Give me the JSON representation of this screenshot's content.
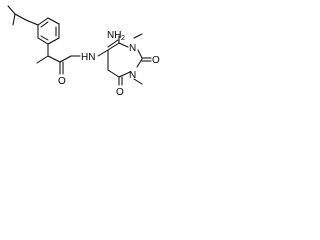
{
  "structure": {
    "atom_labels": {
      "amine": "NH",
      "amine_subscript": "2",
      "amide_nh": "HN",
      "ring_n_top": "N",
      "ring_n_bottom": "N",
      "carbonyl_o_amide": "O",
      "carbonyl_o_ring_right": "O",
      "carbonyl_o_ring_bottom": "O"
    }
  }
}
